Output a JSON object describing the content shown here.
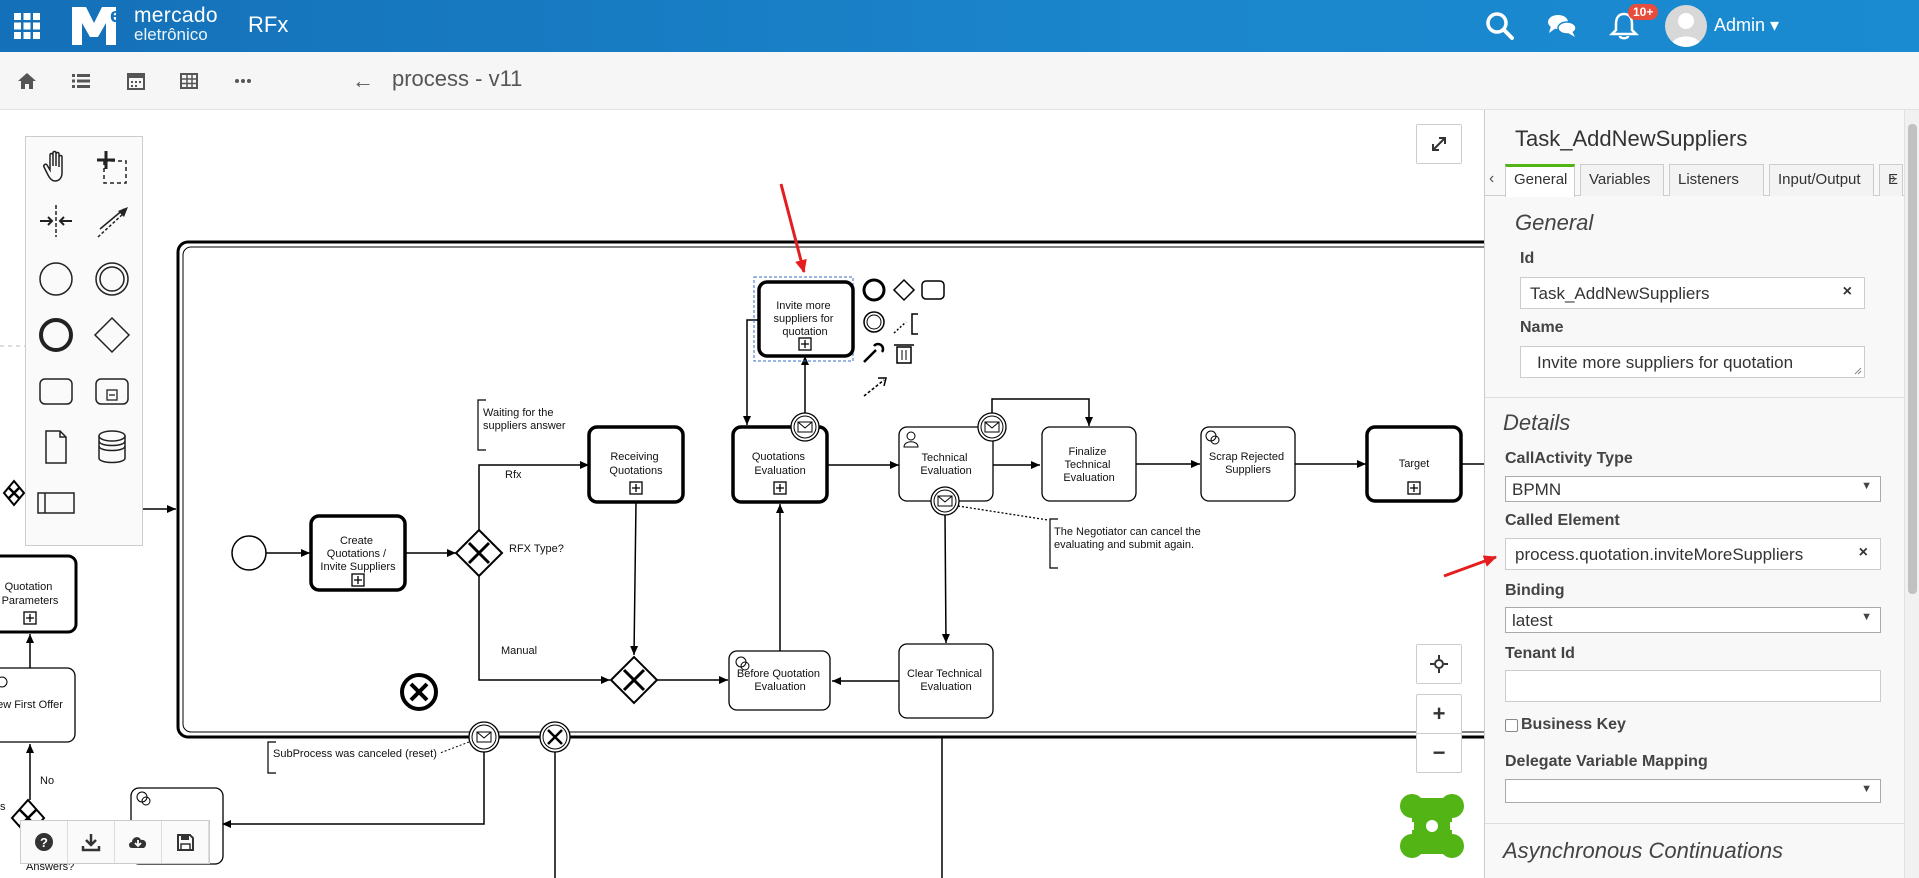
{
  "topbar": {
    "logo_line1": "mercado",
    "logo_line2": "eletrônico",
    "app_name": "RFx",
    "notifications_badge": "10+",
    "user_name": "Admin ▾",
    "color": "#1a7dc3"
  },
  "subbar": {
    "back_label": "←",
    "title": "process - v11"
  },
  "diagram": {
    "tasks": {
      "create_quotations": [
        "Create",
        "Quotations /",
        "Invite Suppliers"
      ],
      "receiving_quotations": [
        "Receiving",
        "Quotations"
      ],
      "quotations_evaluation": [
        "Quotations",
        "Evaluation"
      ],
      "invite_more": [
        "Invite more",
        "suppliers for",
        "quotation"
      ],
      "technical_evaluation": [
        "Technical",
        "Evaluation"
      ],
      "finalize_technical": [
        "Finalize",
        "Technical",
        "Evaluation"
      ],
      "scrap_rejected": [
        "Scrap Rejected",
        "Suppliers"
      ],
      "target": [
        "Target"
      ],
      "before_quotation": [
        "Before Quotation",
        "Evaluation"
      ],
      "clear_technical": [
        "Clear Technical",
        "Evaluation"
      ],
      "quotation_parameters": [
        "Quotation",
        "Parameters"
      ],
      "new_first_offer": [
        "ew First Offer"
      ]
    },
    "labels": {
      "rfx": "Rfx",
      "rfx_type": "RFX Type?",
      "manual": "Manual",
      "no": "No",
      "s": "s",
      "answers": "Answers?"
    },
    "annotations": {
      "waiting": [
        "Waiting for the",
        "suppliers answer"
      ],
      "negotiator": [
        "The Negotiator can cancel the",
        "evaluating and submit again."
      ],
      "subprocess_canceled": "SubProcess was canceled (reset)"
    },
    "selection_arrow_color": "#e41e1e"
  },
  "props": {
    "task_title": "Task_AddNewSuppliers",
    "tabs": [
      {
        "label": "General",
        "active": true
      },
      {
        "label": "Variables",
        "active": false
      },
      {
        "label": "Listeners",
        "active": false
      },
      {
        "label": "Input/Output",
        "active": false
      },
      {
        "label": "E",
        "active": false
      }
    ],
    "tab_left_arrow": "‹",
    "tab_right_arrow": "›",
    "general_title": "General",
    "id_label": "Id",
    "id_value": "Task_AddNewSuppliers",
    "name_label": "Name",
    "name_value": "Invite more suppliers for quotation",
    "details_title": "Details",
    "callactivity_type_label": "CallActivity Type",
    "callactivity_type_value": "BPMN",
    "called_element_label": "Called Element",
    "called_element_value": "process.quotation.inviteMoreSuppliers",
    "binding_label": "Binding",
    "binding_value": "latest",
    "tenant_id_label": "Tenant Id",
    "tenant_id_value": "",
    "business_key_label": "Business Key",
    "delegate_mapping_label": "Delegate Variable Mapping",
    "delegate_mapping_value": "",
    "async_title": "Asynchronous Continuations",
    "clear_symbol": "×",
    "caret": "▼"
  },
  "canvas_controls": {
    "zoom_in": "+",
    "zoom_out": "−"
  }
}
